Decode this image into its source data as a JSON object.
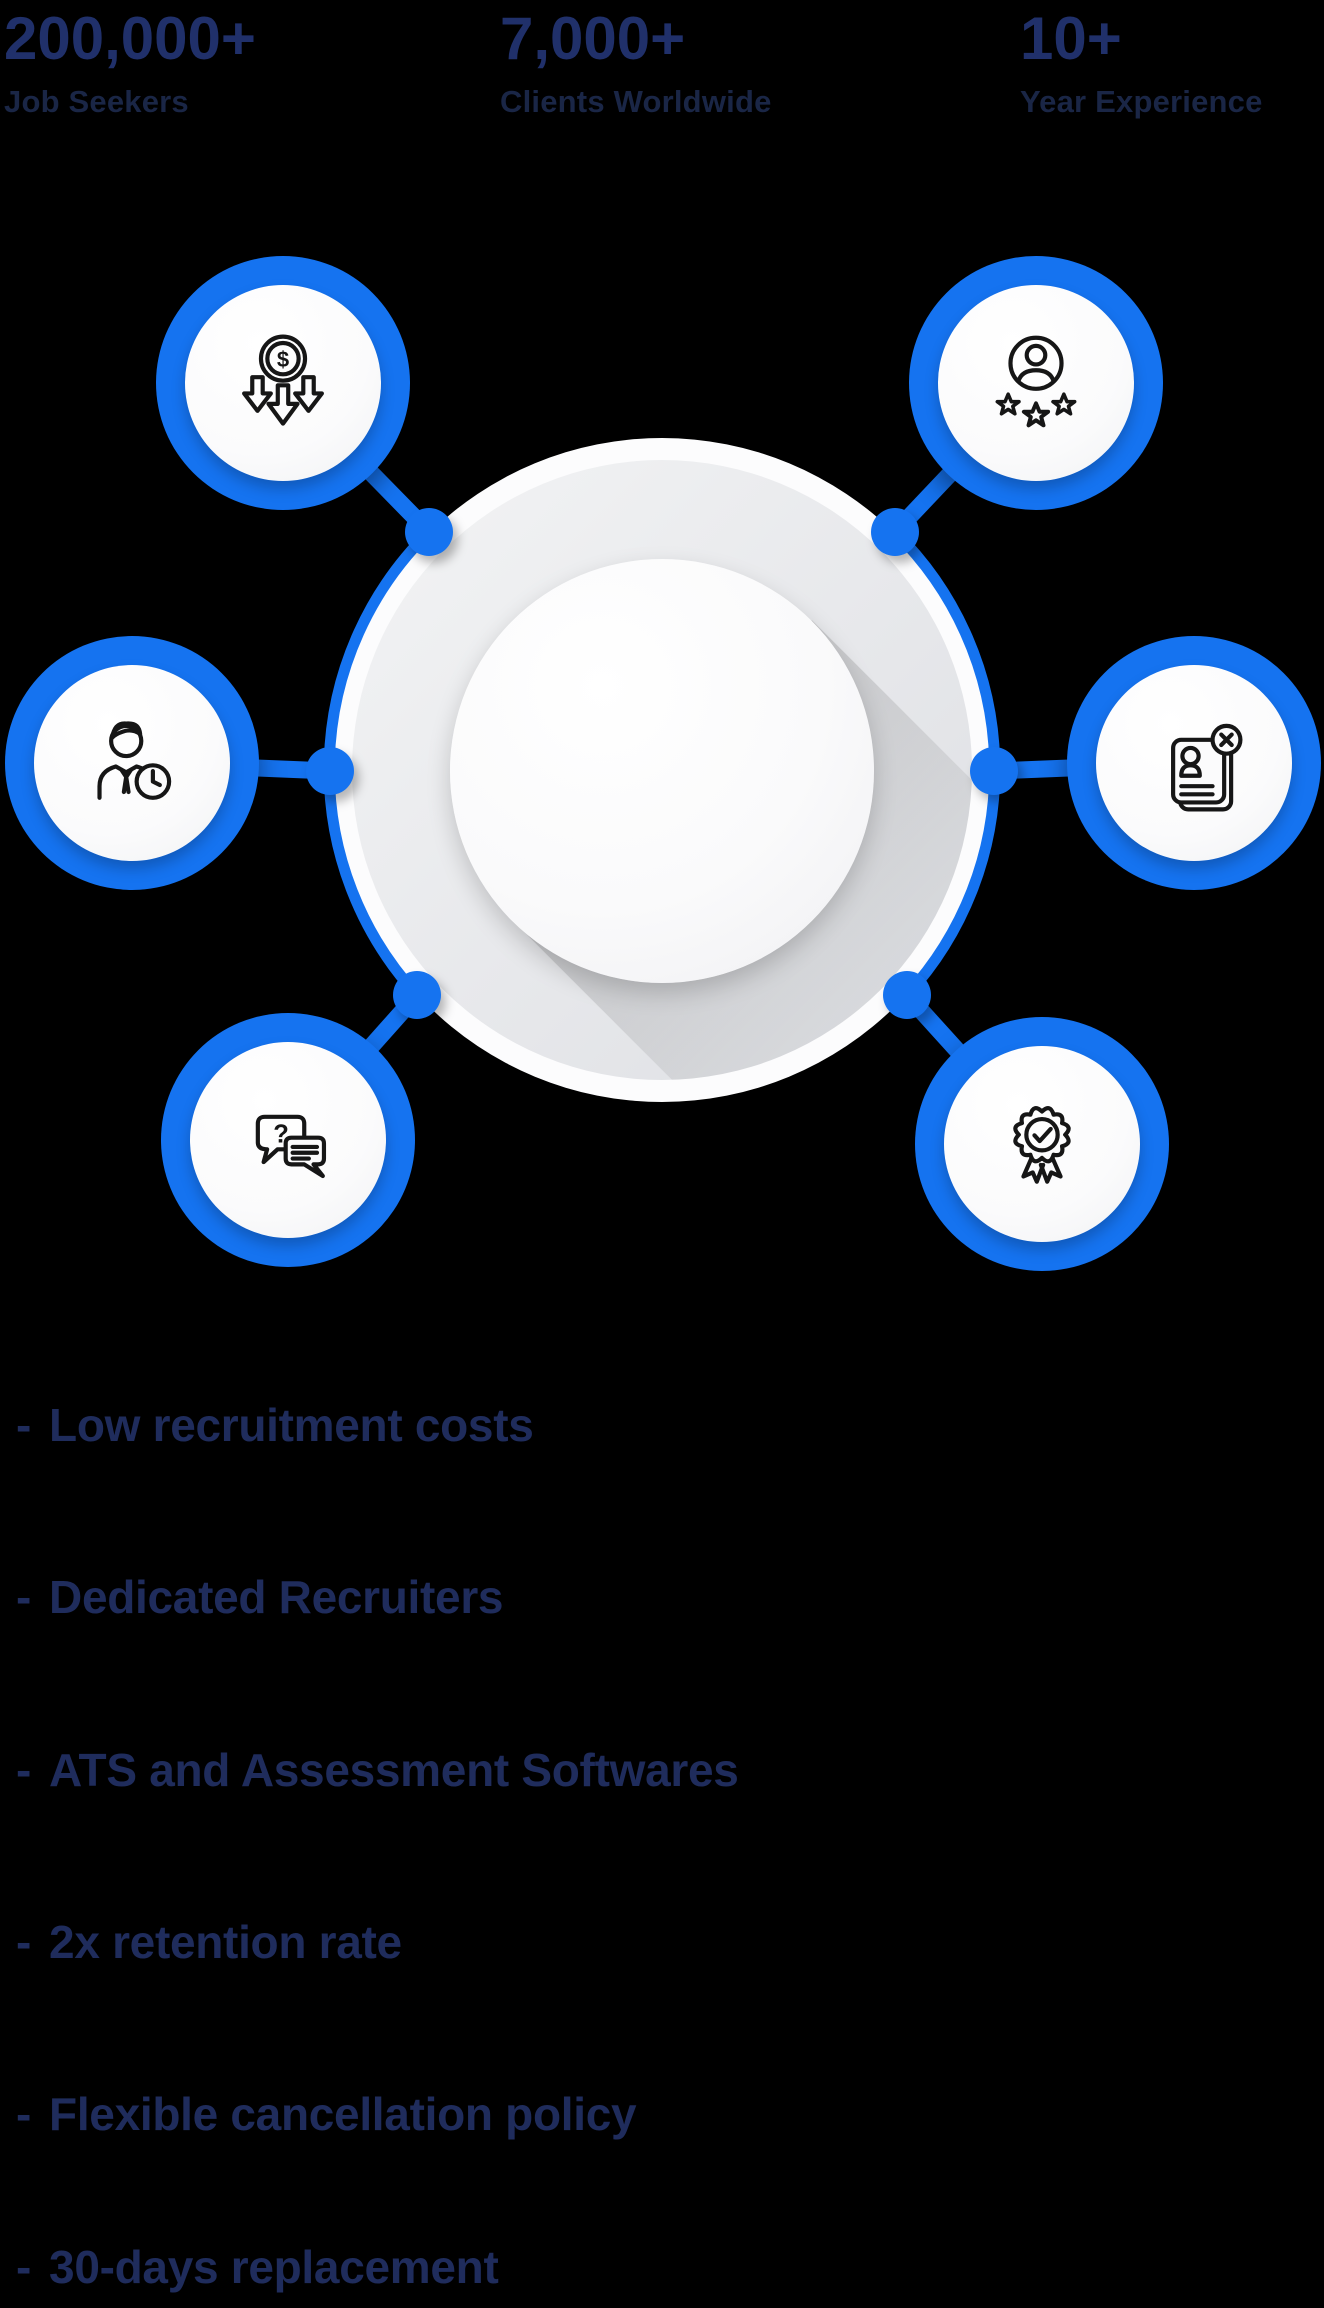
{
  "stats": [
    {
      "value": "200,000+",
      "label": "Job Seekers"
    },
    {
      "value": "7,000+",
      "label": "Clients Worldwide"
    },
    {
      "value": "10+",
      "label": "Year Experience"
    }
  ],
  "diagram": {
    "nodes": [
      {
        "icon": "cost-reduction-icon",
        "position": "top-left"
      },
      {
        "icon": "rated-recruiter-icon",
        "position": "top-right"
      },
      {
        "icon": "recruiter-time-icon",
        "position": "middle-left"
      },
      {
        "icon": "resume-rejected-icon",
        "position": "middle-right"
      },
      {
        "icon": "consultation-chat-icon",
        "position": "bottom-left"
      },
      {
        "icon": "quality-badge-icon",
        "position": "bottom-right"
      }
    ],
    "question_mark": "?",
    "dollar_sign": "$"
  },
  "benefits": {
    "bullet": "-",
    "items": [
      {
        "label": "Low recruitment costs"
      },
      {
        "label": "Dedicated Recruiters"
      },
      {
        "label": "ATS and Assessment Softwares"
      },
      {
        "label": "2x retention rate"
      },
      {
        "label": "Flexible cancellation policy"
      },
      {
        "label": "30-days replacement"
      }
    ]
  },
  "colors": {
    "accent_blue": "#1573f0",
    "navy_text": "#20306a",
    "hub_gray": "#e7e8eb"
  }
}
